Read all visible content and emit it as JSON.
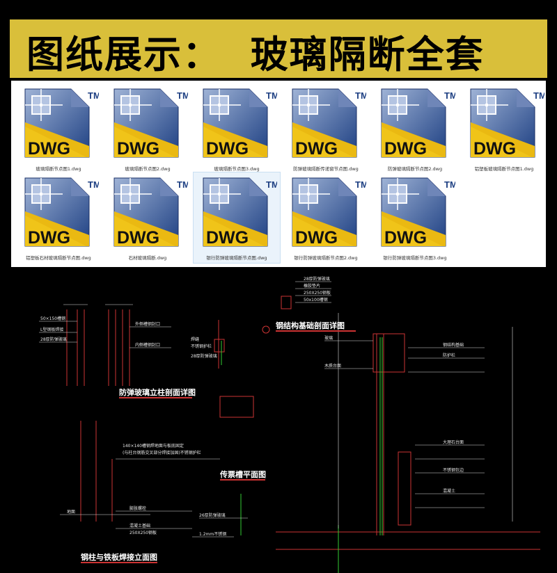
{
  "banner": {
    "title": "图纸展示：  玻璃隔断全套",
    "color": "#d9bf3a"
  },
  "files": [
    {
      "name": "玻璃隔断节点图1.dwg"
    },
    {
      "name": "玻璃隔断节点图2.dwg"
    },
    {
      "name": "玻璃隔断节点图3.dwg"
    },
    {
      "name": "防弹玻璃隔断传递窗节点图.dwg"
    },
    {
      "name": "防弹玻璃隔断节点图2.dwg"
    },
    {
      "name": "铝塑板玻璃隔断节点图1.dwg"
    },
    {
      "name": "铝塑板石材玻璃隔断节点图.dwg"
    },
    {
      "name": "石材玻璃隔断.dwg"
    },
    {
      "name": "银行防弹玻璃隔断节点图.dwg",
      "selected": true
    },
    {
      "name": "银行防弹玻璃隔断节点图2.dwg"
    },
    {
      "name": "银行防弹玻璃隔断节点图3.dwg"
    }
  ],
  "icon": {
    "label": "DWG",
    "trademark": "TM",
    "type": "dwg-file-icon"
  },
  "cad": {
    "titles": {
      "column_section": "防弹玻璃立柱剖面详图",
      "steel_foundation": "钢结构基础剖面详图",
      "ticket_slot": "传票槽平面图",
      "column_weld": "钢柱与铁板焊接立面图"
    },
    "notes": {
      "n1": "50×150槽钢",
      "n2": "L型钢板焊接",
      "n3": "28厚防弹玻璃",
      "n4": "外侧槽钢封口",
      "n5": "内侧槽钢封口",
      "n6": "焊缝",
      "n7": "不锈钢护栏",
      "n8": "28厚防弹玻璃",
      "n9": "28厚防弹玻璃",
      "n10": "橡胶垫片",
      "n11": "250X250钢板",
      "n12": "50x100槽钢",
      "n13": "140×140槽钢焊地面与板底固定",
      "n14": "(与柱台钢筋交叉部分焊接加固)不锈钢护栏",
      "n15": "膨胀螺栓",
      "n16": "地面",
      "n17": "混凝土基础",
      "n18": "250X250钢板",
      "n19": "26厚防弹玻璃",
      "n20": "1.2mm不锈钢",
      "n21": "玻璃",
      "n22": "木质台面",
      "n23": "钢结构基础",
      "n24": "防护栏",
      "n25": "大理石台面",
      "n26": "不锈钢包边",
      "n27": "混凝土"
    }
  }
}
